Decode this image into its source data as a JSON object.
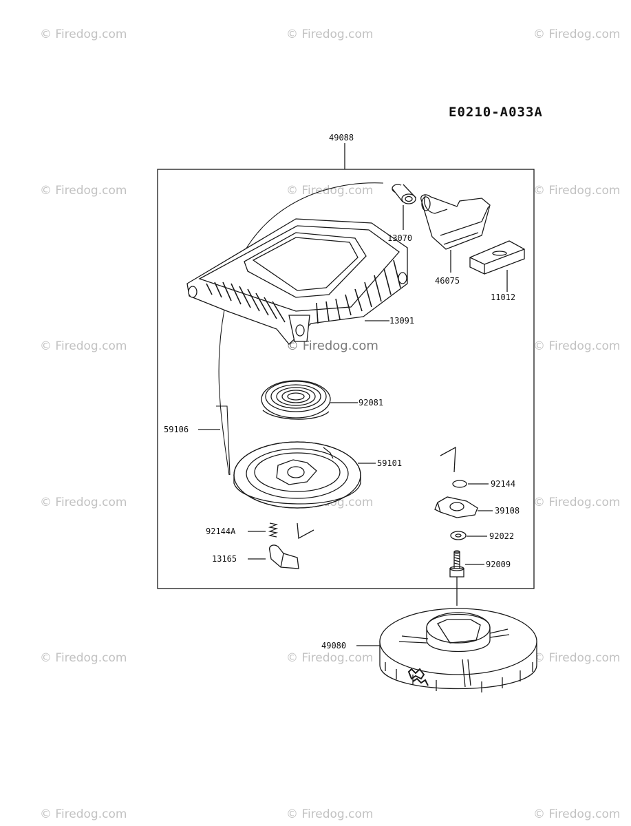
{
  "diagram_code": "E0210-A033A",
  "watermark_text": "© Firedog.com",
  "parts": {
    "assembly": "49088",
    "collar": "13070",
    "handle": "46075",
    "grip_insert": "11012",
    "housing": "13091",
    "spring": "92081",
    "rope": "59106",
    "reel": "59101",
    "spring_small": "92144",
    "spring_ratchet": "92144A",
    "ratchet": "39108",
    "washer": "92022",
    "pawl": "13165",
    "bolt": "92009",
    "cup": "49080"
  }
}
